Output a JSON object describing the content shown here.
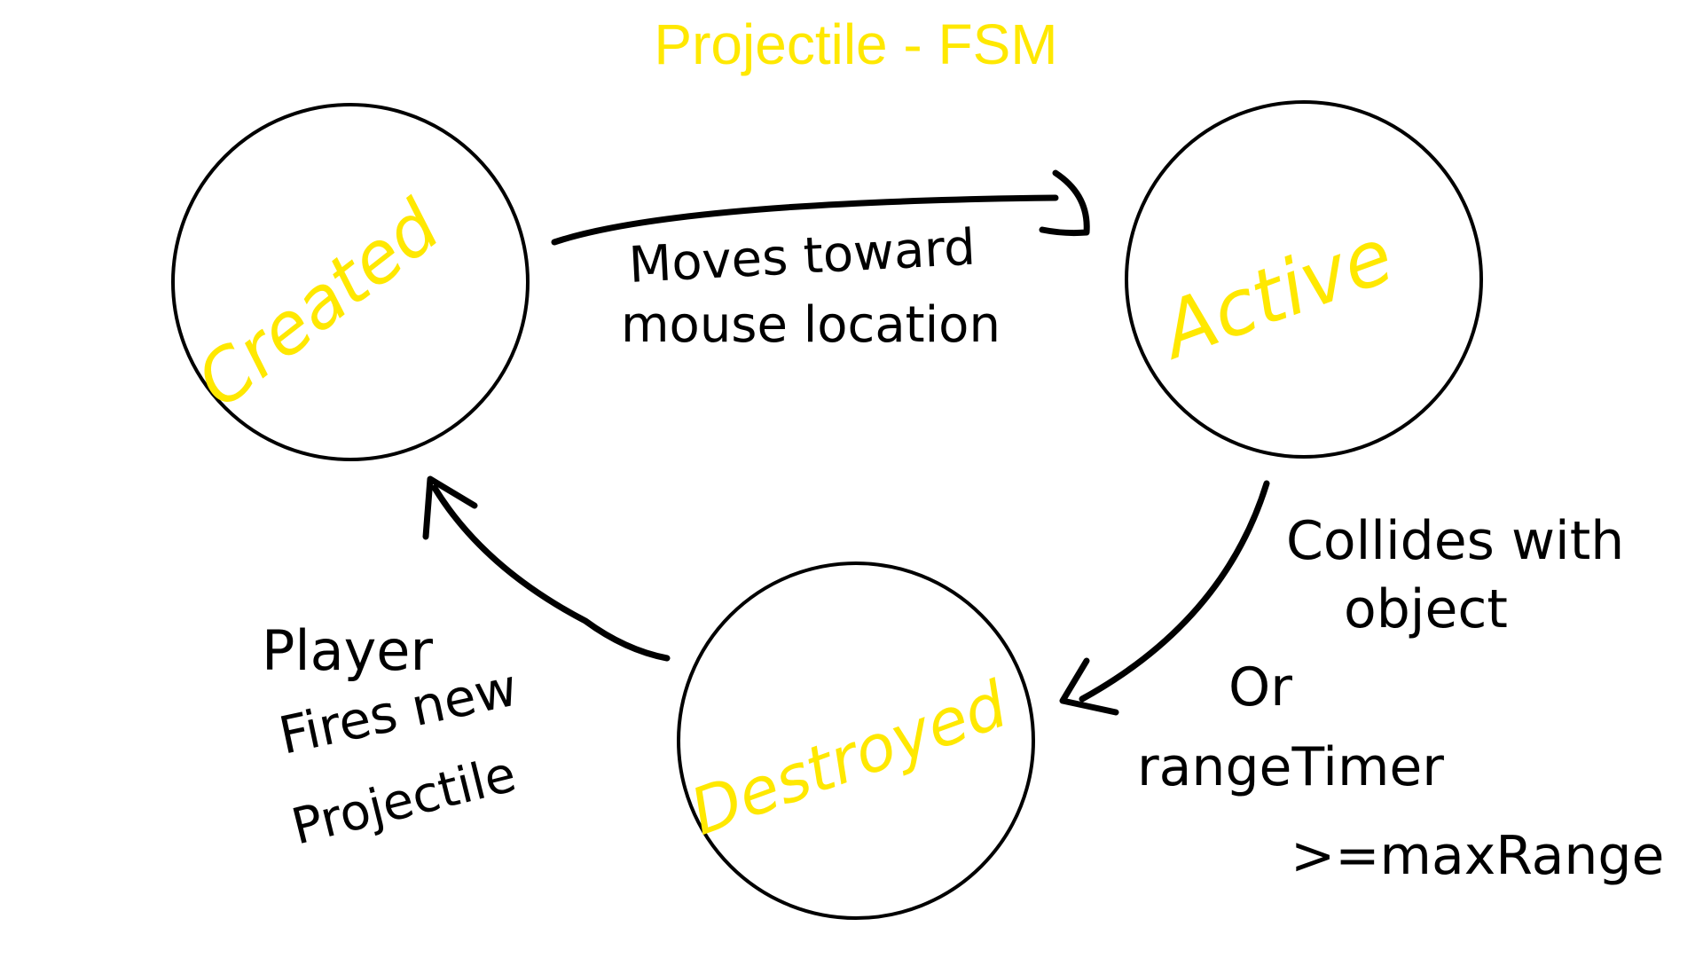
{
  "title": "Projectile - FSM",
  "colors": {
    "title": "#ffe800",
    "state_label": "#ffe800",
    "stroke": "#000000",
    "text": "#000000",
    "background": "#ffffff"
  },
  "states": {
    "created": "Created",
    "active": "Active",
    "destroyed": "Destroyed"
  },
  "transitions": {
    "created_to_active": {
      "line1": "Moves toward",
      "line2": "mouse location"
    },
    "active_to_destroyed": {
      "line1": "Collides with",
      "line2": "object",
      "line3": "Or",
      "line4": "rangeTimer",
      "line5": ">=maxRange"
    },
    "destroyed_to_created": {
      "line1": "Player",
      "line2": "Fires new",
      "line3": "Projectile"
    }
  }
}
